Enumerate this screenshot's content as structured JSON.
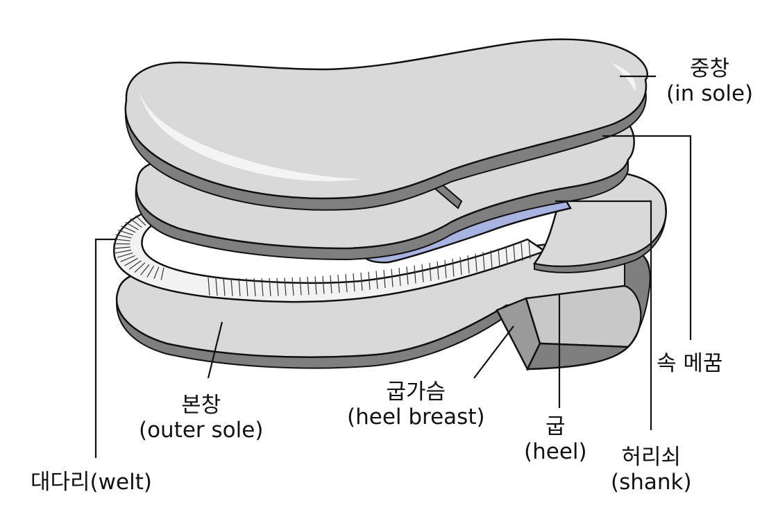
{
  "labels": {
    "insole": {
      "ko": "중창",
      "en": "(in sole)"
    },
    "sock_filler": {
      "ko": "속 메꿈"
    },
    "shank": {
      "ko": "허리쇠",
      "en": "(shank)"
    },
    "heel": {
      "ko": "굽",
      "en": "(heel)"
    },
    "heel_breast": {
      "ko": "굽가슴",
      "en": "(heel breast)"
    },
    "outer_sole": {
      "ko": "본창",
      "en": "(outer sole)"
    },
    "welt": {
      "ko": "대다리(welt)"
    }
  },
  "colors": {
    "sole_fill": "#d9d9d9",
    "sole_edge": "#7f7f7f",
    "outline": "#111111",
    "highlight": "#f4f4f4",
    "shank_fill": "#a9b3e0",
    "welt_fill": "#f2f2f2",
    "leader": "#111111"
  }
}
